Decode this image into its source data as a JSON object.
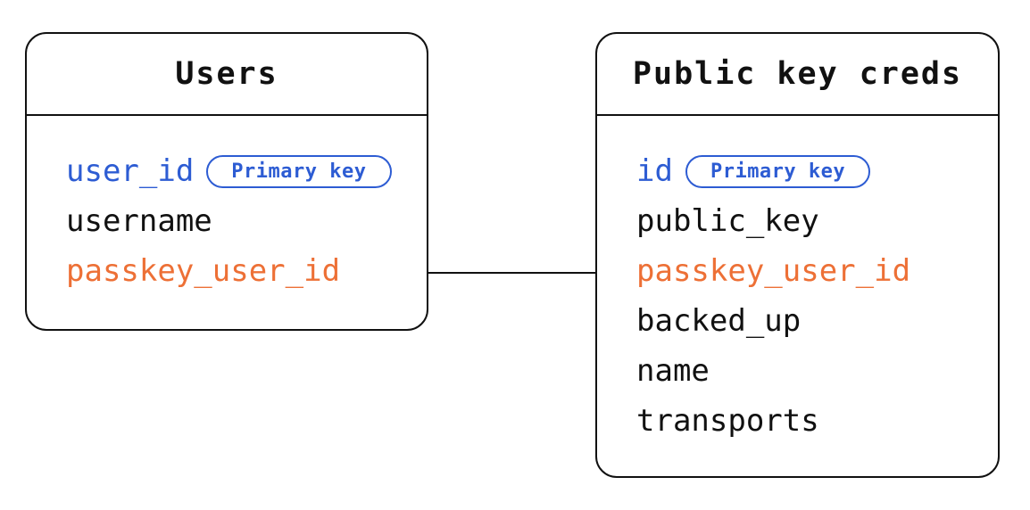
{
  "diagram": {
    "type": "entity-relationship",
    "colors": {
      "primary_blue": "#2d5cd3",
      "foreign_orange": "#ed7036",
      "text": "#111111",
      "border": "#111111",
      "background": "#ffffff"
    },
    "tables": [
      {
        "title": "Users",
        "fields": [
          {
            "name": "user_id",
            "color": "blue",
            "badge": "Primary key"
          },
          {
            "name": "username",
            "color": "default"
          },
          {
            "name": "passkey_user_id",
            "color": "orange"
          }
        ]
      },
      {
        "title": "Public key creds",
        "fields": [
          {
            "name": "id",
            "color": "blue",
            "badge": "Primary key"
          },
          {
            "name": "public_key",
            "color": "default"
          },
          {
            "name": "passkey_user_id",
            "color": "orange"
          },
          {
            "name": "backed_up",
            "color": "default"
          },
          {
            "name": "name",
            "color": "default"
          },
          {
            "name": "transports",
            "color": "default"
          }
        ]
      }
    ],
    "relationship": {
      "from": "Users.passkey_user_id",
      "to": "Public key creds.passkey_user_id"
    }
  }
}
